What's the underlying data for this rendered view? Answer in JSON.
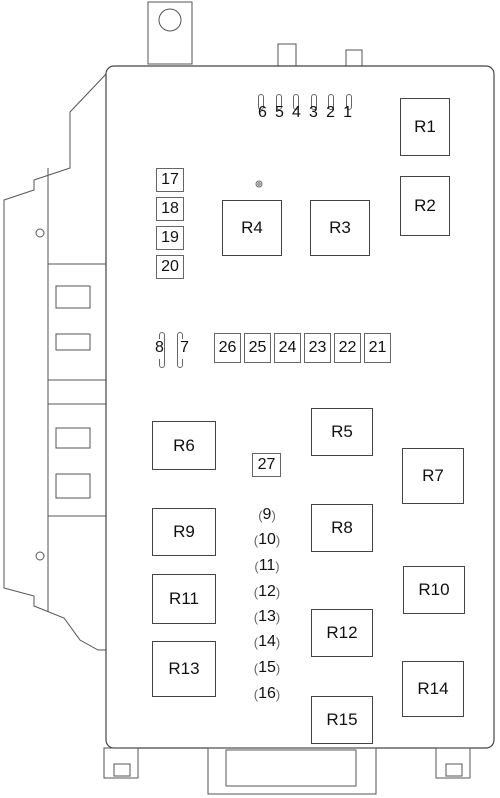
{
  "relays": [
    {
      "id": "R1",
      "label": "R1"
    },
    {
      "id": "R2",
      "label": "R2"
    },
    {
      "id": "R3",
      "label": "R3"
    },
    {
      "id": "R4",
      "label": "R4"
    },
    {
      "id": "R5",
      "label": "R5"
    },
    {
      "id": "R6",
      "label": "R6"
    },
    {
      "id": "R7",
      "label": "R7"
    },
    {
      "id": "R8",
      "label": "R8"
    },
    {
      "id": "R9",
      "label": "R9"
    },
    {
      "id": "R10",
      "label": "R10"
    },
    {
      "id": "R11",
      "label": "R11"
    },
    {
      "id": "R12",
      "label": "R12"
    },
    {
      "id": "R13",
      "label": "R13"
    },
    {
      "id": "R14",
      "label": "R14"
    },
    {
      "id": "R15",
      "label": "R15"
    }
  ],
  "fuses_top": [
    "6",
    "5",
    "4",
    "3",
    "2",
    "1"
  ],
  "fuses_left": [
    "17",
    "18",
    "19",
    "20"
  ],
  "fuses_mid_small": [
    "8",
    "7"
  ],
  "fuses_mid_row": [
    "26",
    "25",
    "24",
    "23",
    "22",
    "21"
  ],
  "fuse_27": "27",
  "fuses_column": [
    "9",
    "10",
    "11",
    "12",
    "13",
    "14",
    "15",
    "16"
  ]
}
